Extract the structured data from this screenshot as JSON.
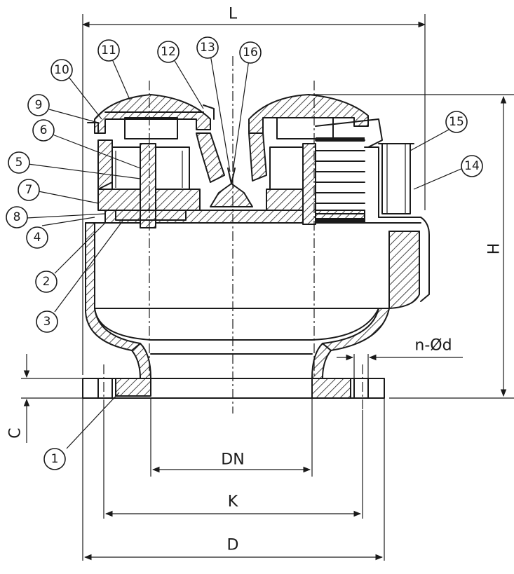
{
  "dimensions": {
    "L": "L",
    "H": "H",
    "C": "C",
    "DN": "DN",
    "K": "K",
    "D": "D",
    "hole": "n-Ød"
  },
  "callouts": [
    "1",
    "2",
    "3",
    "4",
    "5",
    "6",
    "7",
    "8",
    "9",
    "10",
    "11",
    "12",
    "13",
    "14",
    "15",
    "16"
  ],
  "colors": {
    "ink": "#1a1a1a",
    "paper": "#ffffff"
  }
}
